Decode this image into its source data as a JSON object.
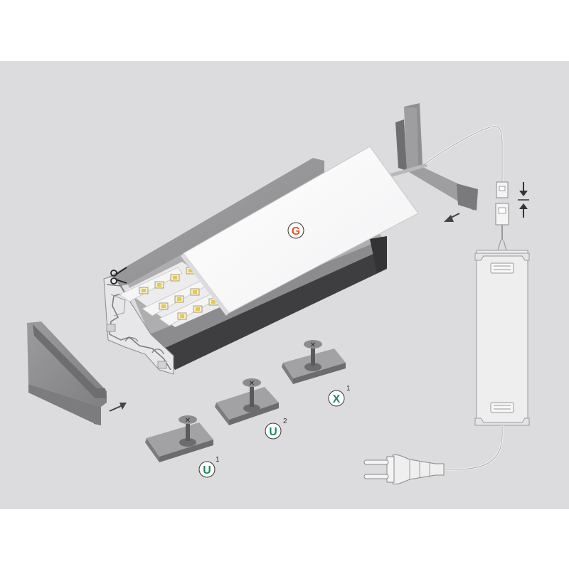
{
  "colors": {
    "background_panel": "#dcdcdf",
    "profile": "#8e8e90",
    "profile_dark": "#3c3c3f",
    "diffuser": "#ffffff",
    "accent_orange": "#e8552b",
    "accent_green": "#1d8c5b"
  },
  "components": {
    "diffuser_label": "G",
    "clip_x": {
      "letter": "X",
      "sup": "1"
    },
    "clip_u2": {
      "letter": "U",
      "sup": "2"
    },
    "clip_u1": {
      "letter": "U",
      "sup": "1"
    }
  },
  "icons": [
    "scissors-icon",
    "arrow-left-icon",
    "arrow-right-icon",
    "arrow-down-icon",
    "arrow-up-icon",
    "power-plug-icon"
  ]
}
